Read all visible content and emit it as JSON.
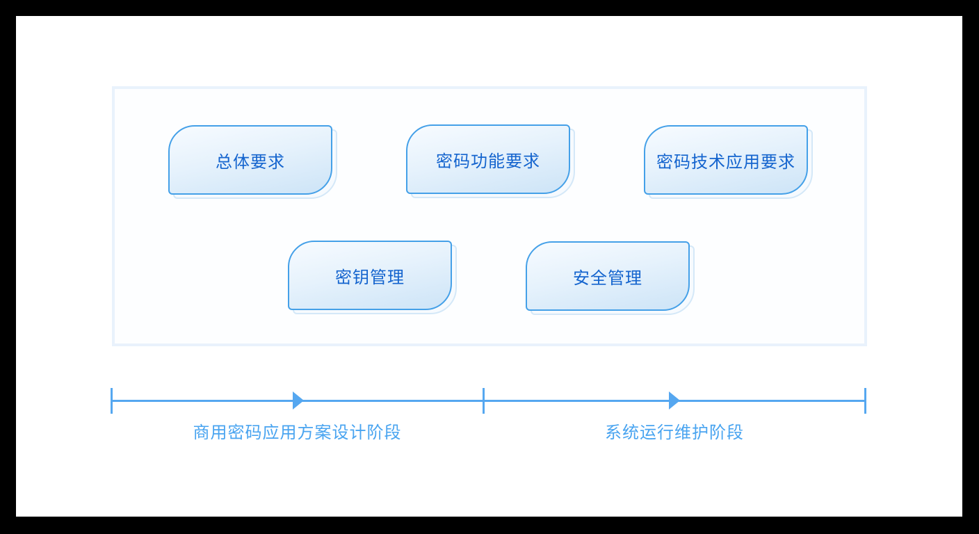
{
  "diagram": {
    "nodes": [
      {
        "label": "总体要求"
      },
      {
        "label": "密码功能要求"
      },
      {
        "label": "密码技术应用要求"
      },
      {
        "label": "密钥管理"
      },
      {
        "label": "安全管理"
      }
    ],
    "timeline": {
      "phases": [
        {
          "label": "商用密码应用方案设计阶段"
        },
        {
          "label": "系统运行维护阶段"
        }
      ]
    },
    "colors": {
      "node_border": "#44a0e8",
      "node_fill_top": "#f7fbff",
      "node_fill_bottom": "#cde4f7",
      "node_text": "#1464ce",
      "node_ghost_border": "#d4e8f8",
      "panel_border": "#e9f2fc",
      "timeline": "#55a7f0",
      "phase_text": "#49a4f0",
      "frame": "#000000",
      "background": "#ffffff"
    }
  }
}
